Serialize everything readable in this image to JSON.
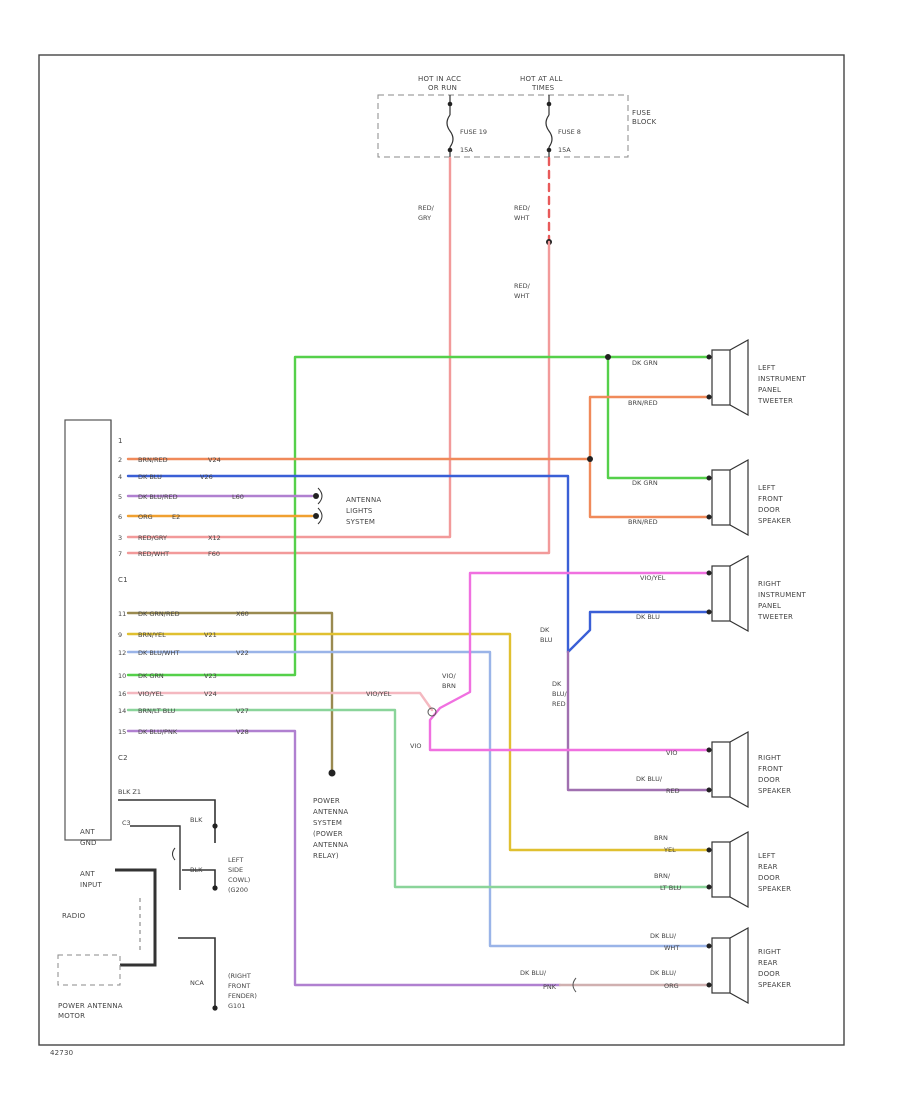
{
  "header": {
    "hot_acc": "HOT IN ACC",
    "hot_acc_2": "OR RUN",
    "hot_all": "HOT AT ALL",
    "hot_all_2": "TIMES",
    "fuse_block_1": "FUSE",
    "fuse_block_2": "BLOCK",
    "fuse19_1": "FUSE 19",
    "fuse19_2": "15A",
    "fuse8_1": "FUSE 8",
    "fuse8_2": "15A"
  },
  "wires_top": {
    "red_gry_1": "RED/",
    "red_gry_2": "GRY",
    "red_wht_a1": "RED/",
    "red_wht_a2": "WHT",
    "red_wht_b1": "RED/",
    "red_wht_b2": "WHT"
  },
  "radio": {
    "label": "RADIO",
    "c1": "C1",
    "c2": "C2",
    "c3": "C3",
    "pin1": "1",
    "ant_gnd_1": "ANT",
    "ant_gnd_2": "GND",
    "ant_input_1": "ANT",
    "ant_input_2": "INPUT",
    "c1_pins": [
      {
        "num": "2",
        "color": "BRN/RED",
        "circuit": "V24"
      },
      {
        "num": "4",
        "color": "DK BLU",
        "circuit": "V26"
      },
      {
        "num": "5",
        "color": "DK BLU/RED",
        "circuit": "L60"
      },
      {
        "num": "6",
        "color": "ORG",
        "circuit": "E2"
      },
      {
        "num": "3",
        "color": "RED/GRY",
        "circuit": "X12"
      },
      {
        "num": "7",
        "color": "RED/WHT",
        "circuit": "F60"
      }
    ],
    "c2_pins": [
      {
        "num": "11",
        "color": "DK GRN/RED",
        "circuit": "X60"
      },
      {
        "num": "9",
        "color": "BRN/YEL",
        "circuit": "V21"
      },
      {
        "num": "12",
        "color": "DK BLU/WHT",
        "circuit": "V22"
      },
      {
        "num": "10",
        "color": "DK GRN",
        "circuit": "V23"
      },
      {
        "num": "16",
        "color": "VIO/YEL",
        "circuit": "V24"
      },
      {
        "num": "14",
        "color": "BRN/LT BLU",
        "circuit": "V27"
      },
      {
        "num": "15",
        "color": "DK BLU/PNK",
        "circuit": "V28"
      }
    ],
    "c3_pin": "BLK  Z1"
  },
  "antenna_lights": {
    "l1": "ANTENNA",
    "l2": "LIGHTS",
    "l3": "SYSTEM"
  },
  "power_antenna_system": {
    "l1": "POWER",
    "l2": "ANTENNA",
    "l3": "SYSTEM",
    "l4": "(POWER",
    "l5": "ANTENNA",
    "l6": "RELAY)"
  },
  "ground_labels": {
    "blk1": "BLK",
    "blk2": "BLK",
    "left_side_1": "LEFT",
    "left_side_2": "SIDE",
    "left_side_3": "COWL)",
    "left_side_4": "(G200",
    "right_front_1": "(RIGHT",
    "right_front_2": "FRONT",
    "right_front_3": "FENDER)",
    "right_front_4": "G101",
    "nca": "NCA"
  },
  "power_antenna_motor": {
    "l1": "POWER ANTENNA",
    "l2": "MOTOR"
  },
  "mid_labels": {
    "vio_yel": "VIO/YEL",
    "vio_brn_1": "VIO/",
    "vio_brn_2": "BRN",
    "vio": "VIO",
    "dk_blu_1": "DK",
    "dk_blu_2": "BLU",
    "dk_blu_red_1": "DK",
    "dk_blu_red_2": "BLU/",
    "dk_blu_red_3": "RED"
  },
  "speakers": [
    {
      "name1": "LEFT",
      "name2": "INSTRUMENT",
      "name3": "PANEL",
      "name4": "TWEETER",
      "top_wire": "DK GRN",
      "bot_wire": "BRN/RED"
    },
    {
      "name1": "LEFT",
      "name2": "FRONT",
      "name3": "DOOR",
      "name4": "SPEAKER",
      "top_wire": "DK GRN",
      "bot_wire": "BRN/RED"
    },
    {
      "name1": "RIGHT",
      "name2": "INSTRUMENT",
      "name3": "PANEL",
      "name4": "TWEETER",
      "top_wire": "VIO/YEL",
      "bot_wire": "DK BLU"
    },
    {
      "name1": "RIGHT",
      "name2": "FRONT",
      "name3": "DOOR",
      "name4": "SPEAKER",
      "top_wire": "VIO",
      "bot_wire_1": "DK BLU/",
      "bot_wire": "RED"
    },
    {
      "name1": "LEFT",
      "name2": "REAR",
      "name3": "DOOR",
      "name4": "SPEAKER",
      "top_wire_1": "BRN",
      "top_wire": "YEL",
      "bot_wire_1": "BRN/",
      "bot_wire": "LT BLU"
    },
    {
      "name1": "RIGHT",
      "name2": "REAR",
      "name3": "DOOR",
      "name4": "SPEAKER",
      "top_wire_1": "DK BLU/",
      "top_wire": "WHT",
      "bot_wire_1": "DK BLU/",
      "bot_wire": "ORG"
    }
  ],
  "bottom_right_labels": {
    "dk_blu_1": "DK BLU/",
    "pnk": "PNK"
  },
  "footer_code": "42730",
  "colors": {
    "red": "#f29a9a",
    "red_dash": "#e85a5a",
    "green": "#55d04a",
    "blue": "#3a5fd6",
    "orange_salmon": "#f08a5a",
    "orange": "#f0a030",
    "pink": "#f070e0",
    "yellow": "#e0c030",
    "light_blue": "#9ab4e8",
    "light_green": "#8ad49a",
    "purple": "#b080d0",
    "brown": "#a07050",
    "pink_light": "#f4b8c0"
  }
}
